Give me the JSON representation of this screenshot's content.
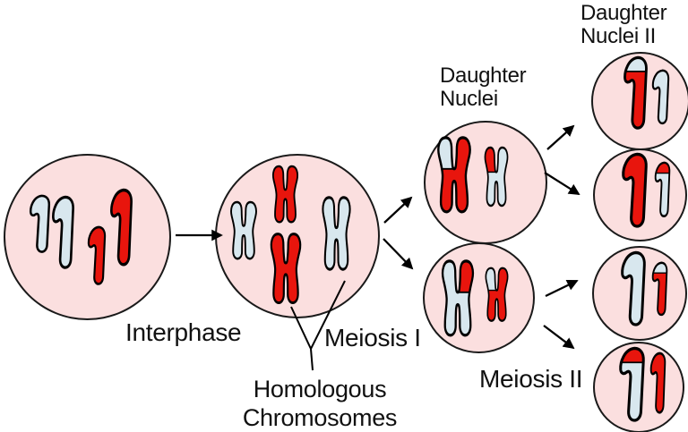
{
  "colors": {
    "red": "#e8150d",
    "blue": "#d8e7ee",
    "cell_fill": "#fbdfdf",
    "outline": "#000000"
  },
  "labels": {
    "interphase": "Interphase",
    "meiosis_i": "Meiosis I",
    "homologous_line1": "Homologous",
    "homologous_line2": "Chromosomes",
    "daughter_nuclei_line1": "Daughter",
    "daughter_nuclei_line2": "Nuclei",
    "daughter_nuclei_ii_line1": "Daughter",
    "daughter_nuclei_ii_line2": "Nuclei II",
    "meiosis_ii": "Meiosis II"
  },
  "cells": [
    {
      "stage": "interphase",
      "contents": "2 light-blue and 2 red single-chromatid chromosomes (one short and one long of each color)"
    },
    {
      "stage": "meiosis-i-mother-cell",
      "contents": "4 replicated X-shaped chromosomes: small blue, two large red stacked, large blue"
    },
    {
      "stage": "daughter-nucleus-1",
      "contents": "large red X with blue upper-left arm tip and small blue X with red upper-left arm tip (crossover)"
    },
    {
      "stage": "daughter-nucleus-2",
      "contents": "large blue X with red upper-right arm tip and small red X with blue upper-left arm tip (crossover)"
    },
    {
      "stage": "daughter-nucleus-ii-1",
      "contents": "large red chromatid with blue top tip and small all-blue chromatid"
    },
    {
      "stage": "daughter-nucleus-ii-2",
      "contents": "large all-red chromatid and small blue chromatid with red top tip"
    },
    {
      "stage": "daughter-nucleus-ii-3",
      "contents": "large all-blue chromatid and small red chromatid with blue top tip"
    },
    {
      "stage": "daughter-nucleus-ii-4",
      "contents": "large blue chromatid with red top tip and small all-red chromatid"
    }
  ]
}
